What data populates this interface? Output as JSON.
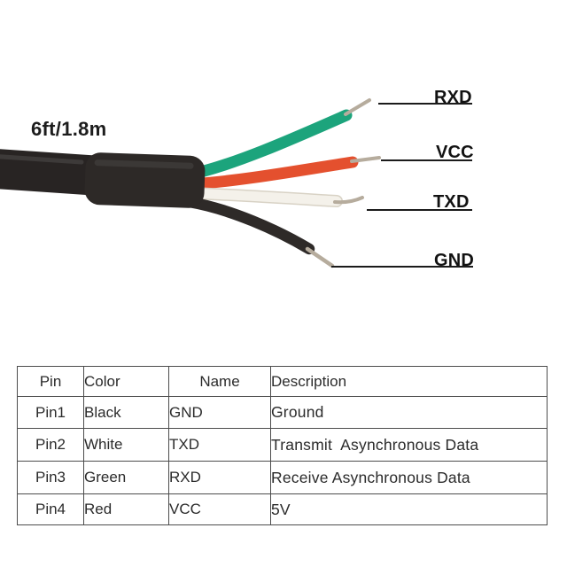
{
  "photo": {
    "length_label": "6ft/1.8m",
    "wire_labels": {
      "rxd": "RXD",
      "vcc": "VCC",
      "txd": "TXD",
      "gnd": "GND"
    },
    "colors": {
      "cable": "#282423",
      "sleeve": "#2d2927",
      "wire_green": "#1ca47c",
      "wire_red": "#e4502e",
      "wire_white": "#f4f1ea",
      "wire_white_edge": "#d8d2c5",
      "wire_black": "#2e2a28",
      "metal_tip": "#b6ac9d"
    }
  },
  "table": {
    "headers": [
      "Pin",
      "Color",
      "Name",
      "Description"
    ],
    "rows": [
      {
        "pin": "Pin1",
        "color": "Black",
        "name": "GND",
        "description": "Ground"
      },
      {
        "pin": "Pin2",
        "color": "White",
        "name": "TXD",
        "description": "Transmit  Asynchronous Data"
      },
      {
        "pin": "Pin3",
        "color": "Green",
        "name": "RXD",
        "description": "Receive Asynchronous Data"
      },
      {
        "pin": "Pin4",
        "color": "Red",
        "name": "VCC",
        "description": "5V"
      }
    ]
  }
}
